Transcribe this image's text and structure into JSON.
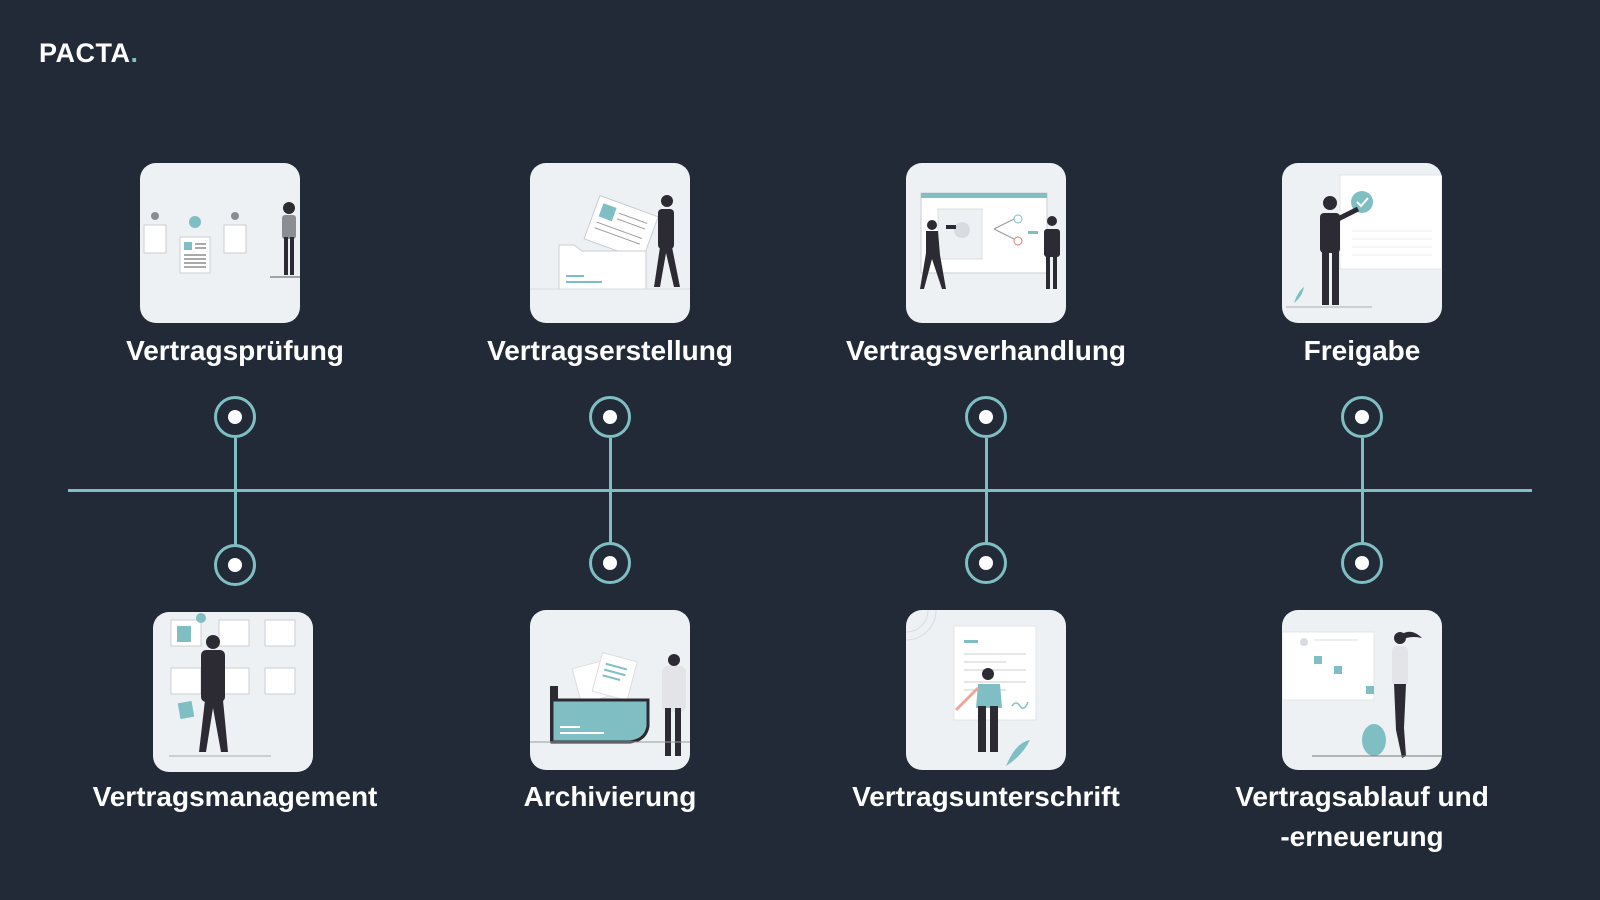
{
  "logo": {
    "text": "PACTA",
    "dot": "."
  },
  "colors": {
    "background": "#232a37",
    "accent": "#7fbfc4",
    "card": "#eef1f4",
    "text": "#ffffff"
  },
  "timeline": {
    "top_stages": [
      {
        "label": "Vertragsprüfung",
        "illustration": "review-documents-illustration"
      },
      {
        "label": "Vertragserstellung",
        "illustration": "create-document-folder-illustration"
      },
      {
        "label": "Vertragsverhandlung",
        "illustration": "negotiation-screen-illustration"
      },
      {
        "label": "Freigabe",
        "illustration": "approval-check-illustration"
      }
    ],
    "bottom_stages": [
      {
        "label": "Vertragsmanagement",
        "illustration": "management-board-illustration"
      },
      {
        "label": "Archivierung",
        "illustration": "archive-folder-illustration"
      },
      {
        "label": "Vertragsunterschrift",
        "illustration": "signature-document-illustration"
      },
      {
        "label_line1": "Vertragsablauf und",
        "label_line2": "-erneuerung",
        "illustration": "calendar-renewal-illustration"
      }
    ]
  }
}
